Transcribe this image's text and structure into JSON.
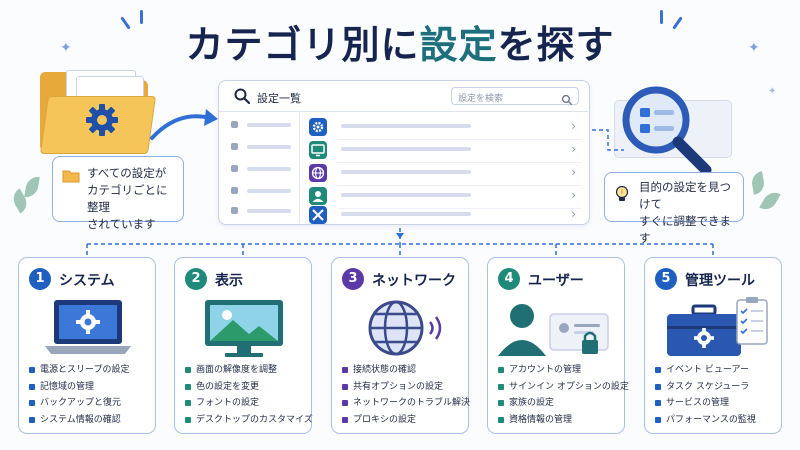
{
  "title": {
    "part1": "カテゴリ別に",
    "accent": "設定",
    "part2": "を探す"
  },
  "left_note": {
    "icon": "folder-icon",
    "text": "すべての設定が\nカテゴリごとに整理\nされています"
  },
  "right_note": {
    "icon": "lightbulb-icon",
    "text": "目的の設定を見つけて\nすぐに調整できます"
  },
  "window": {
    "title": "設定一覧",
    "search_placeholder": "設定を検索",
    "rows": [
      {
        "icon": "gear-icon",
        "color": "#1f5fbf"
      },
      {
        "icon": "monitor-icon",
        "color": "#1f8a7a"
      },
      {
        "icon": "globe-icon",
        "color": "#5b3aa8"
      },
      {
        "icon": "user-icon",
        "color": "#1f8a7a"
      },
      {
        "icon": "tools-icon",
        "color": "#1f5fbf"
      }
    ]
  },
  "categories": [
    {
      "number": "1",
      "title": "システム",
      "color": "#1f5fbf",
      "icon": "laptop-gear-icon",
      "items": [
        "電源とスリープの設定",
        "記憶域の管理",
        "バックアップと復元",
        "システム情報の確認"
      ]
    },
    {
      "number": "2",
      "title": "表示",
      "color": "#1f8a7a",
      "icon": "monitor-landscape-icon",
      "items": [
        "画面の解像度を調整",
        "色の設定を変更",
        "フォントの設定",
        "デスクトップのカスタマイズ"
      ]
    },
    {
      "number": "3",
      "title": "ネットワーク",
      "color": "#5b3aa8",
      "icon": "globe-wifi-icon",
      "items": [
        "接続状態の確認",
        "共有オプションの設定",
        "ネットワークのトラブル解決",
        "プロキシの設定"
      ]
    },
    {
      "number": "4",
      "title": "ユーザー",
      "color": "#1f8a7a",
      "icon": "user-id-icon",
      "items": [
        "アカウントの管理",
        "サインイン オプションの設定",
        "家族の設定",
        "資格情報の管理"
      ]
    },
    {
      "number": "5",
      "title": "管理ツール",
      "color": "#1f5fbf",
      "icon": "toolbox-checklist-icon",
      "items": [
        "イベント ビューアー",
        "タスク スケジューラ",
        "サービスの管理",
        "パフォーマンスの監視"
      ]
    }
  ]
}
